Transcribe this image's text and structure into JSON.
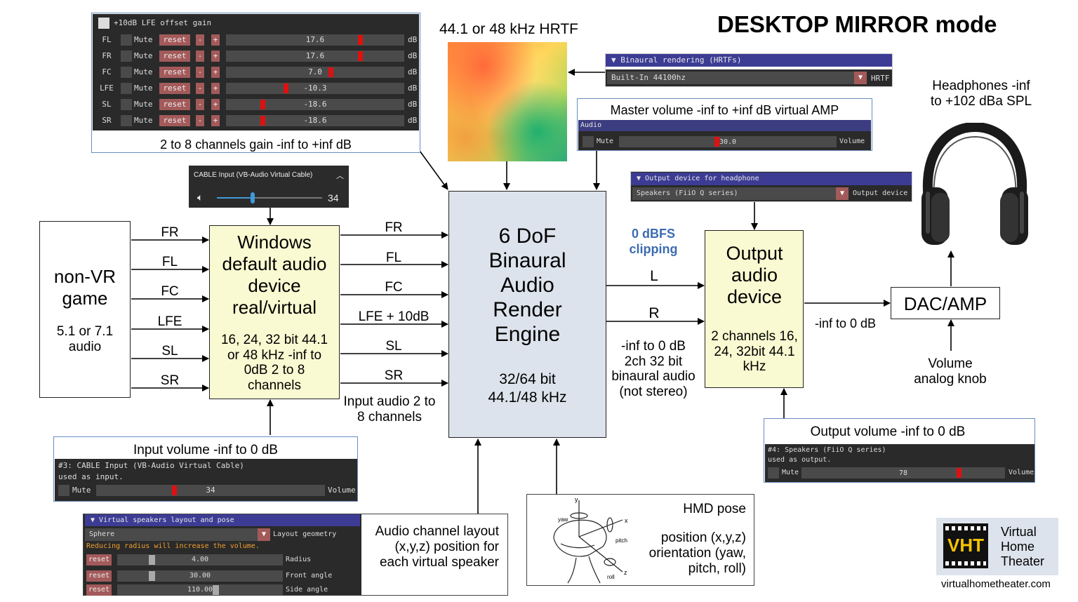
{
  "title": "DESKTOP MIRROR mode",
  "gain_panel": {
    "header": "+10dB LFE offset gain",
    "mute_label": "Mute",
    "reset_label": "reset",
    "minus": "-",
    "plus": "+",
    "unit": "dB",
    "channels": [
      {
        "name": "FL",
        "value": "17.6",
        "fraction": 0.76
      },
      {
        "name": "FR",
        "value": "17.6",
        "fraction": 0.76
      },
      {
        "name": "FC",
        "value": "7.0",
        "fraction": 0.59
      },
      {
        "name": "LFE",
        "value": "-10.3",
        "fraction": 0.33
      },
      {
        "name": "SL",
        "value": "-18.6",
        "fraction": 0.2
      },
      {
        "name": "SR",
        "value": "-18.6",
        "fraction": 0.2
      }
    ],
    "caption": "2 to 8 channels gain -inf to +inf dB"
  },
  "cable_widget": {
    "title": "CABLE Input (VB-Audio Virtual Cable)",
    "value": "34",
    "fraction": 0.34,
    "collapse_icon": "chevron-up-icon",
    "speaker_icon": "speaker-icon"
  },
  "game": {
    "title": "non-VR game",
    "subtitle": "5.1 or 7.1 audio"
  },
  "left_channels": [
    "FR",
    "FL",
    "FC",
    "LFE",
    "SL",
    "SR"
  ],
  "windows_device": {
    "title": "Windows default audio device real/virtual",
    "specs": "16, 24, 32 bit 44.1 or 48 kHz -inf to 0dB 2 to 8 channels"
  },
  "engine_channels": [
    "FR",
    "FL",
    "FC",
    "LFE + 10dB",
    "SL",
    "SR"
  ],
  "input_audio_label": "Input audio 2 to 8 channels",
  "engine": {
    "title": "6 DoF Binaural Audio Render Engine",
    "specs": "32/64 bit 44.1/48 kHz"
  },
  "hrtf": {
    "label": "44.1 or 48 kHz HRTF"
  },
  "binaural_panel": {
    "header": "Binaural rendering (HRTFs)",
    "selected": "Built-In 44100hz",
    "combo_label": "HRTF"
  },
  "master_volume": {
    "caption": "Master volume -inf to +inf dB virtual AMP",
    "header": "Audio",
    "mute_label": "Mute",
    "value": "30.0",
    "fraction": 0.45,
    "field_label": "Volume"
  },
  "output_device_panel": {
    "header": "Output device for headphone",
    "selected": "Speakers (FiiO Q series)",
    "combo_label": "Output device"
  },
  "clipping": "0 dBFS clipping",
  "lr": {
    "left": "L",
    "right": "R"
  },
  "binaural_label": "-inf to 0 dB 2ch 32 bit binaural audio (not stereo)",
  "output_device": {
    "title": "Output audio device",
    "specs": "2 channels 16, 24, 32bit 44.1 kHz"
  },
  "dac_amp": "DAC/AMP",
  "dac_level": "-inf to 0 dB",
  "headphones": "Headphones -inf to +102 dBa SPL",
  "volume_knob": "Volume analog knob",
  "output_volume": {
    "caption": "Output volume -inf to 0 dB",
    "line1": "#4: Speakers (FiiO Q series)",
    "line2": "used as output.",
    "mute_label": "Mute",
    "value": "78",
    "fraction": 0.78,
    "field_label": "Volume"
  },
  "input_volume": {
    "caption": "Input volume -inf to 0 dB",
    "line1": "#3: CABLE Input (VB-Audio Virtual Cable)",
    "line2": "used as input.",
    "mute_label": "Mute",
    "value": "34",
    "fraction": 0.34,
    "field_label": "Volume"
  },
  "speakers_panel": {
    "header": "Virtual speakers layout and pose",
    "geometry": "Sphere",
    "geometry_label": "Layout geometry",
    "warning": "Reducing radius will increase the volume.",
    "reset_label": "reset",
    "rows": [
      {
        "value": "4.00",
        "label": "Radius",
        "fraction": 0.2
      },
      {
        "value": "30.00",
        "label": "Front angle",
        "fraction": 0.2
      },
      {
        "value": "110.00",
        "label": "Side angle",
        "fraction": 0.6
      }
    ],
    "caption": "Audio channel layout (x,y,z) position for each virtual speaker"
  },
  "hmd": {
    "title": "HMD pose",
    "text": "position (x,y,z) orientation (yaw, pitch, roll)",
    "axes": {
      "y": "y",
      "yaw": "yaw",
      "x": "x",
      "pitch": "pitch",
      "z": "z",
      "roll": "roll"
    }
  },
  "vht": {
    "logo": "VHT",
    "name": "Virtual Home Theater",
    "url": "virtualhometheater.com"
  },
  "colors": {
    "accent_blue": "#3c6bb0",
    "slider_red": "#e01010",
    "imgui_header": "#3c3c95",
    "box_yellow": "#fafad2",
    "engine_blue": "#dde3ec"
  }
}
